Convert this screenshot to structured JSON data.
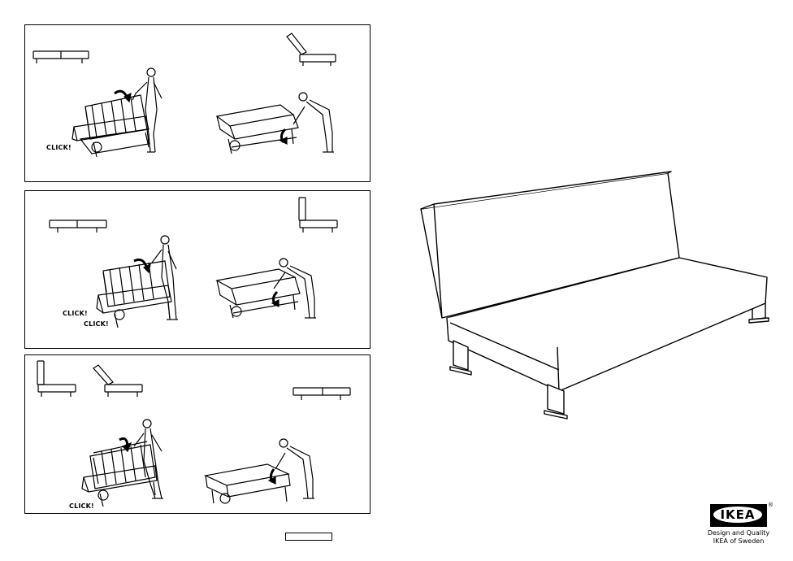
{
  "panels": [
    {
      "clicks": [
        "CLICK!"
      ]
    },
    {
      "clicks": [
        "CLICK!",
        "CLICK!"
      ]
    },
    {
      "clicks": [
        "CLICK!"
      ]
    }
  ],
  "brand": {
    "logo_text": "IKEA",
    "registered": "®",
    "tagline_1": "Design and Quality",
    "tagline_2": "IKEA of Sweden",
    "colors": {
      "line": "#000000",
      "background": "#ffffff"
    }
  }
}
